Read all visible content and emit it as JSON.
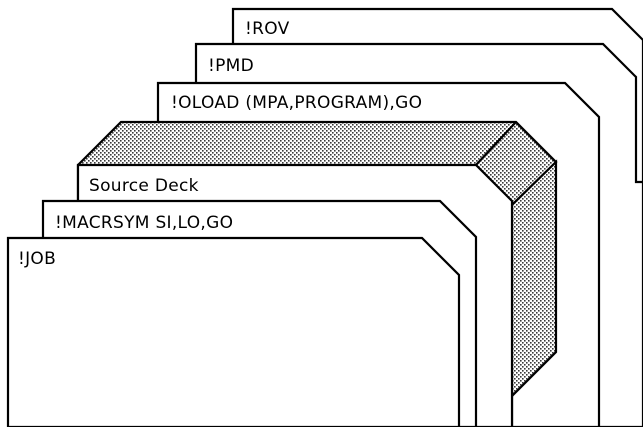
{
  "cards": [
    {
      "id": "rov",
      "label": "!ROV"
    },
    {
      "id": "pmd",
      "label": "!PMD"
    },
    {
      "id": "oload",
      "label": "!OLOAD (MPA,PROGRAM),GO"
    },
    {
      "id": "source-deck",
      "label": "Source Deck"
    },
    {
      "id": "macrsym",
      "label": "!MACRSYM SI,LO,GO"
    },
    {
      "id": "job",
      "label": "!JOB"
    }
  ],
  "colors": {
    "outline": "#000000",
    "background": "#ffffff",
    "deck_fill": "stippled gray"
  }
}
